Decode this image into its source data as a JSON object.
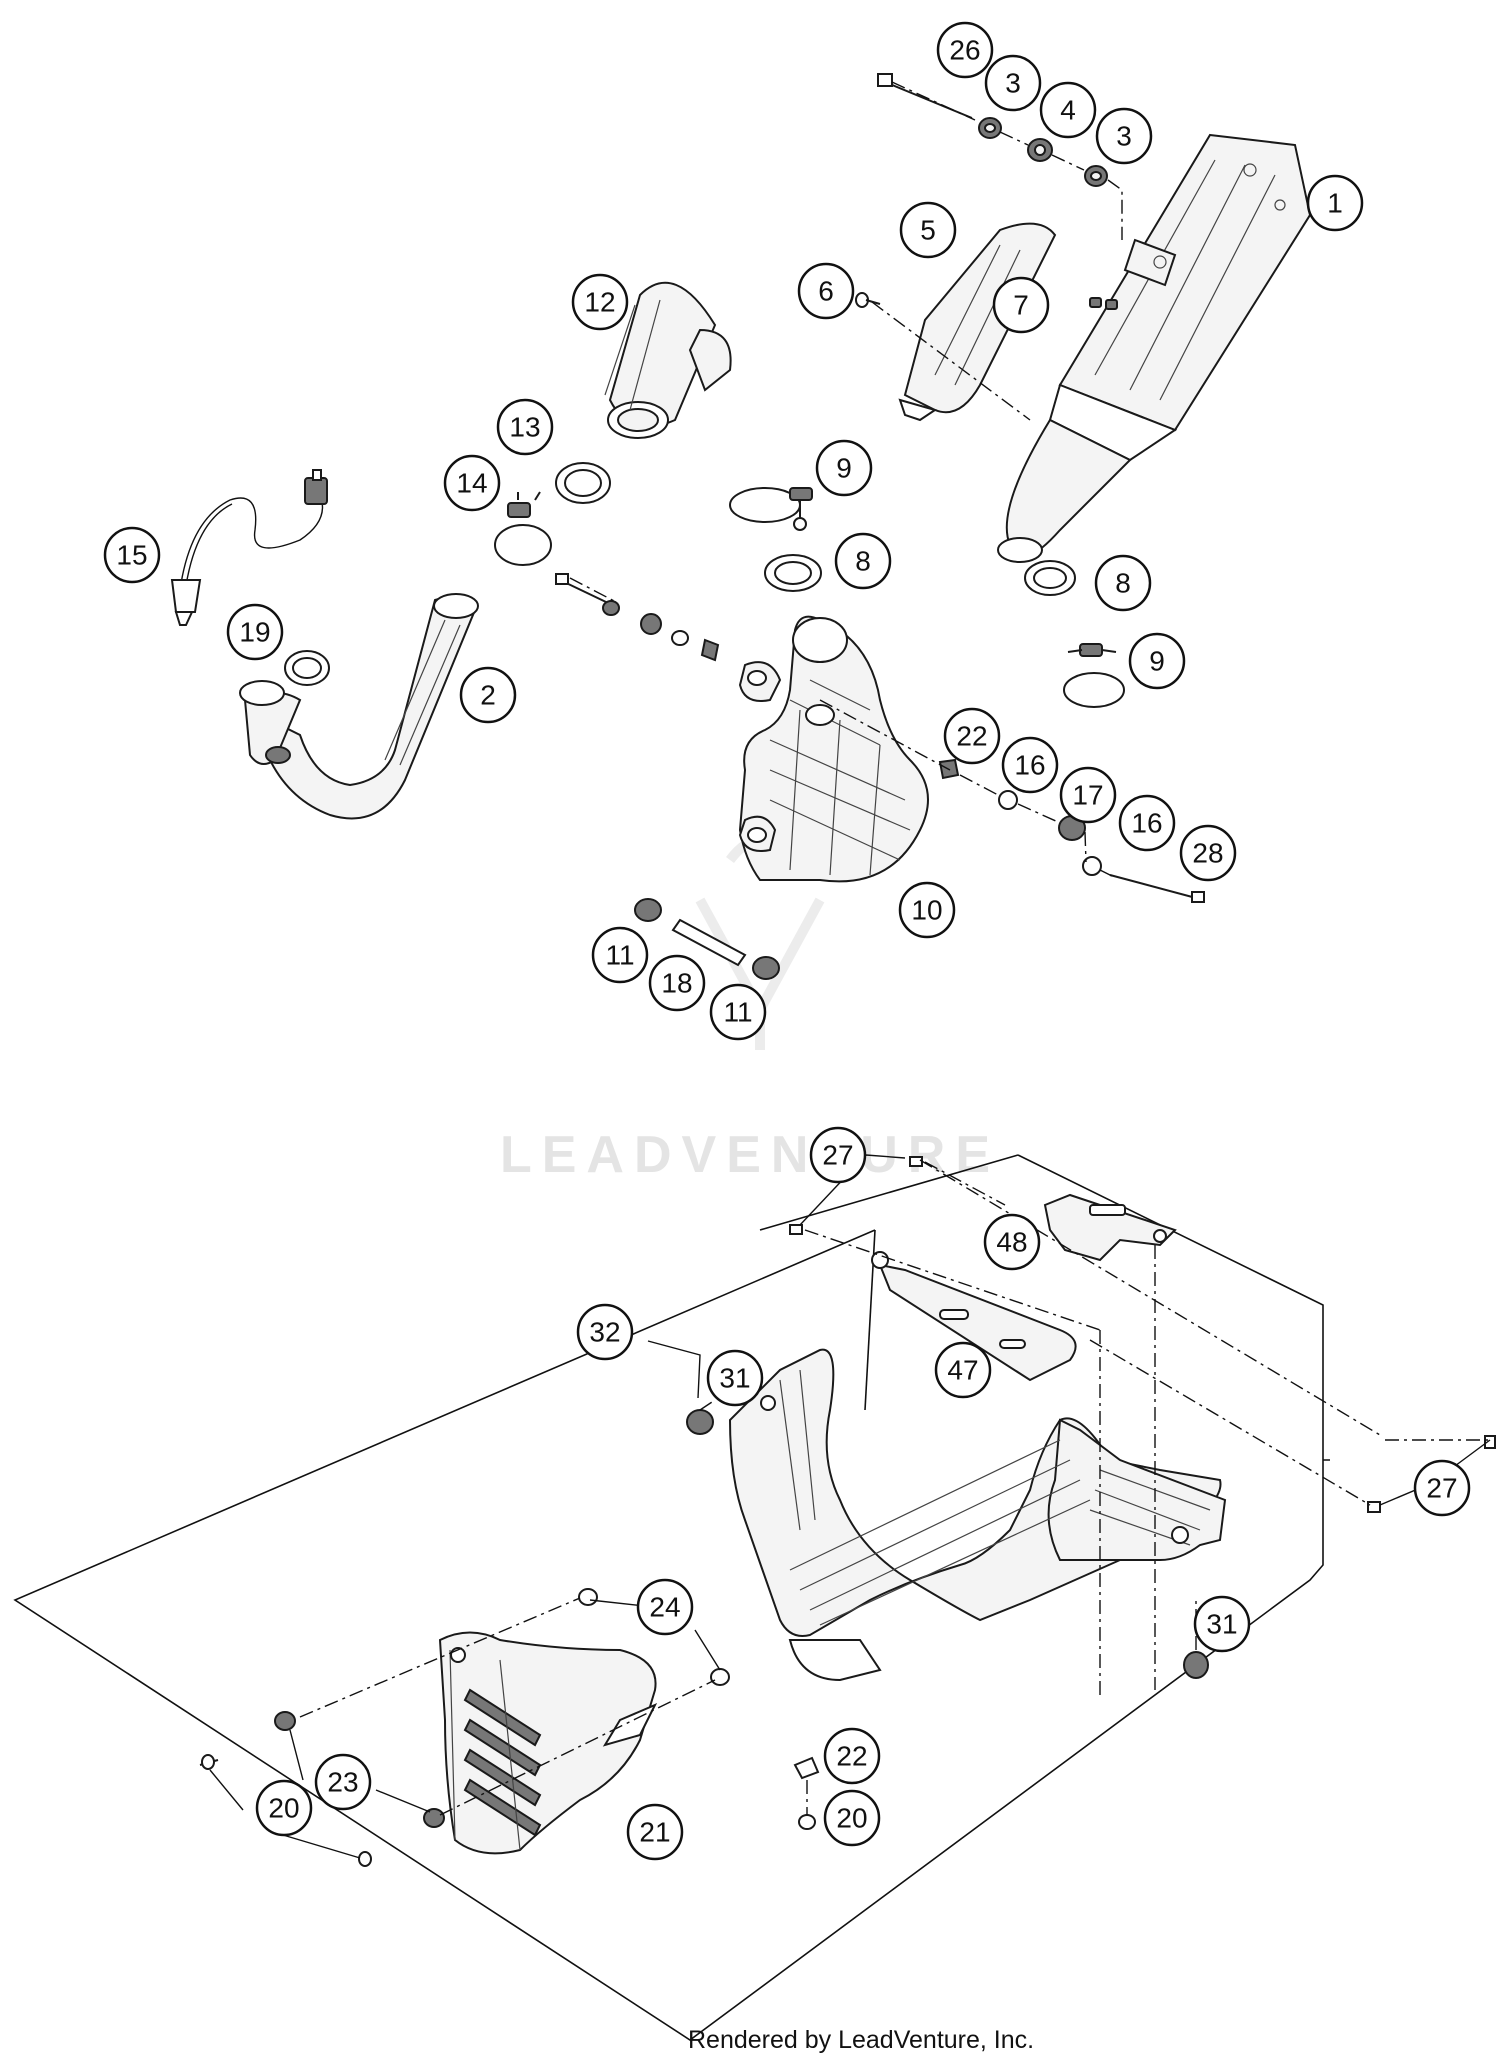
{
  "diagram": {
    "watermark": "LEADVENTURE",
    "credit": "Rendered by LeadVenture, Inc.",
    "callouts": [
      "26",
      "3",
      "4",
      "3",
      "1",
      "5",
      "6",
      "7",
      "12",
      "13",
      "14",
      "9",
      "15",
      "8",
      "8",
      "9",
      "19",
      "2",
      "22",
      "16",
      "17",
      "16",
      "28",
      "10",
      "11",
      "18",
      "11",
      "27",
      "48",
      "32",
      "31",
      "47",
      "27",
      "24",
      "31",
      "23",
      "22",
      "20",
      "20",
      "21"
    ]
  }
}
